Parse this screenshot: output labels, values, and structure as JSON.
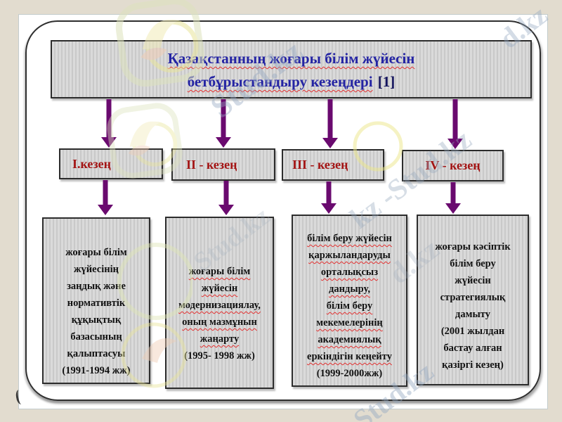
{
  "slide": {
    "title": {
      "line1": "Қазақстанның жоғары білім жүйесін",
      "line2": "бетбұрыстандыру кезеңдері",
      "ref": "[1]"
    },
    "stages": [
      {
        "label": "I.кезең"
      },
      {
        "label": "II - кезең"
      },
      {
        "label": "III - кезең"
      },
      {
        "label": "IV - кезең"
      }
    ],
    "descriptions": [
      {
        "lines": [
          "жоғары білім",
          "жүйесінің",
          "заңдық және",
          "нормативтік",
          "құқықтық",
          "базасының",
          "қалыптасуы",
          "(1991-1994 жж)"
        ]
      },
      {
        "lines": [
          {
            "t": "жоғары білім",
            "u": true
          },
          {
            "t": "жүйесін",
            "u": true
          },
          {
            "t": "модернизациялау,",
            "u": true
          },
          {
            "t": "оның мазмұнын",
            "u": true
          },
          {
            "t": "жаңарту",
            "u": true
          },
          {
            "t": "(1995- 1998 жж)",
            "u": false
          }
        ]
      },
      {
        "lines": [
          {
            "t": "білім беру жүйесін",
            "u": true
          },
          {
            "t": "қаржыландаруды",
            "u": true
          },
          {
            "t": "орталықсыз",
            "u": true
          },
          {
            "t": "дандыру,",
            "u": true
          },
          {
            "t": "білім беру",
            "u": true
          },
          {
            "t": "мекемелерінің",
            "u": true
          },
          {
            "t": "академиялық",
            "u": true
          },
          {
            "t": "еркіндігін кеңейту",
            "u": true
          },
          {
            "t": "(1999-2000жж)",
            "u": false
          }
        ]
      },
      {
        "lines": [
          "жоғары кәсіптік",
          "білім беру",
          "жүйесін",
          "стратегиялық",
          "дамыту",
          "(2001 жылдан",
          "бастау алған",
          "қазіргі кезең)"
        ]
      }
    ]
  },
  "watermarks": {
    "logo": "hummingbird-logo",
    "items": [
      {
        "text": "Stud.kz"
      },
      {
        "text": "d.kz"
      },
      {
        "text": "kz -Stud.kz"
      },
      {
        "text": "d.kz"
      },
      {
        "text": "Stud.kz"
      },
      {
        "text": "Stud.kz"
      }
    ]
  },
  "colors": {
    "background": "#e2dccf",
    "slide": "#ffffff",
    "box_fill": "#d6d6d6",
    "box_border": "#2c2c2c",
    "title_text": "#2424a3",
    "reference_text": "#15155e",
    "stage_text": "#a31414",
    "description_text": "#111111",
    "arrow": "#6a0a6f",
    "spellcheck_underline": "#e23030"
  }
}
